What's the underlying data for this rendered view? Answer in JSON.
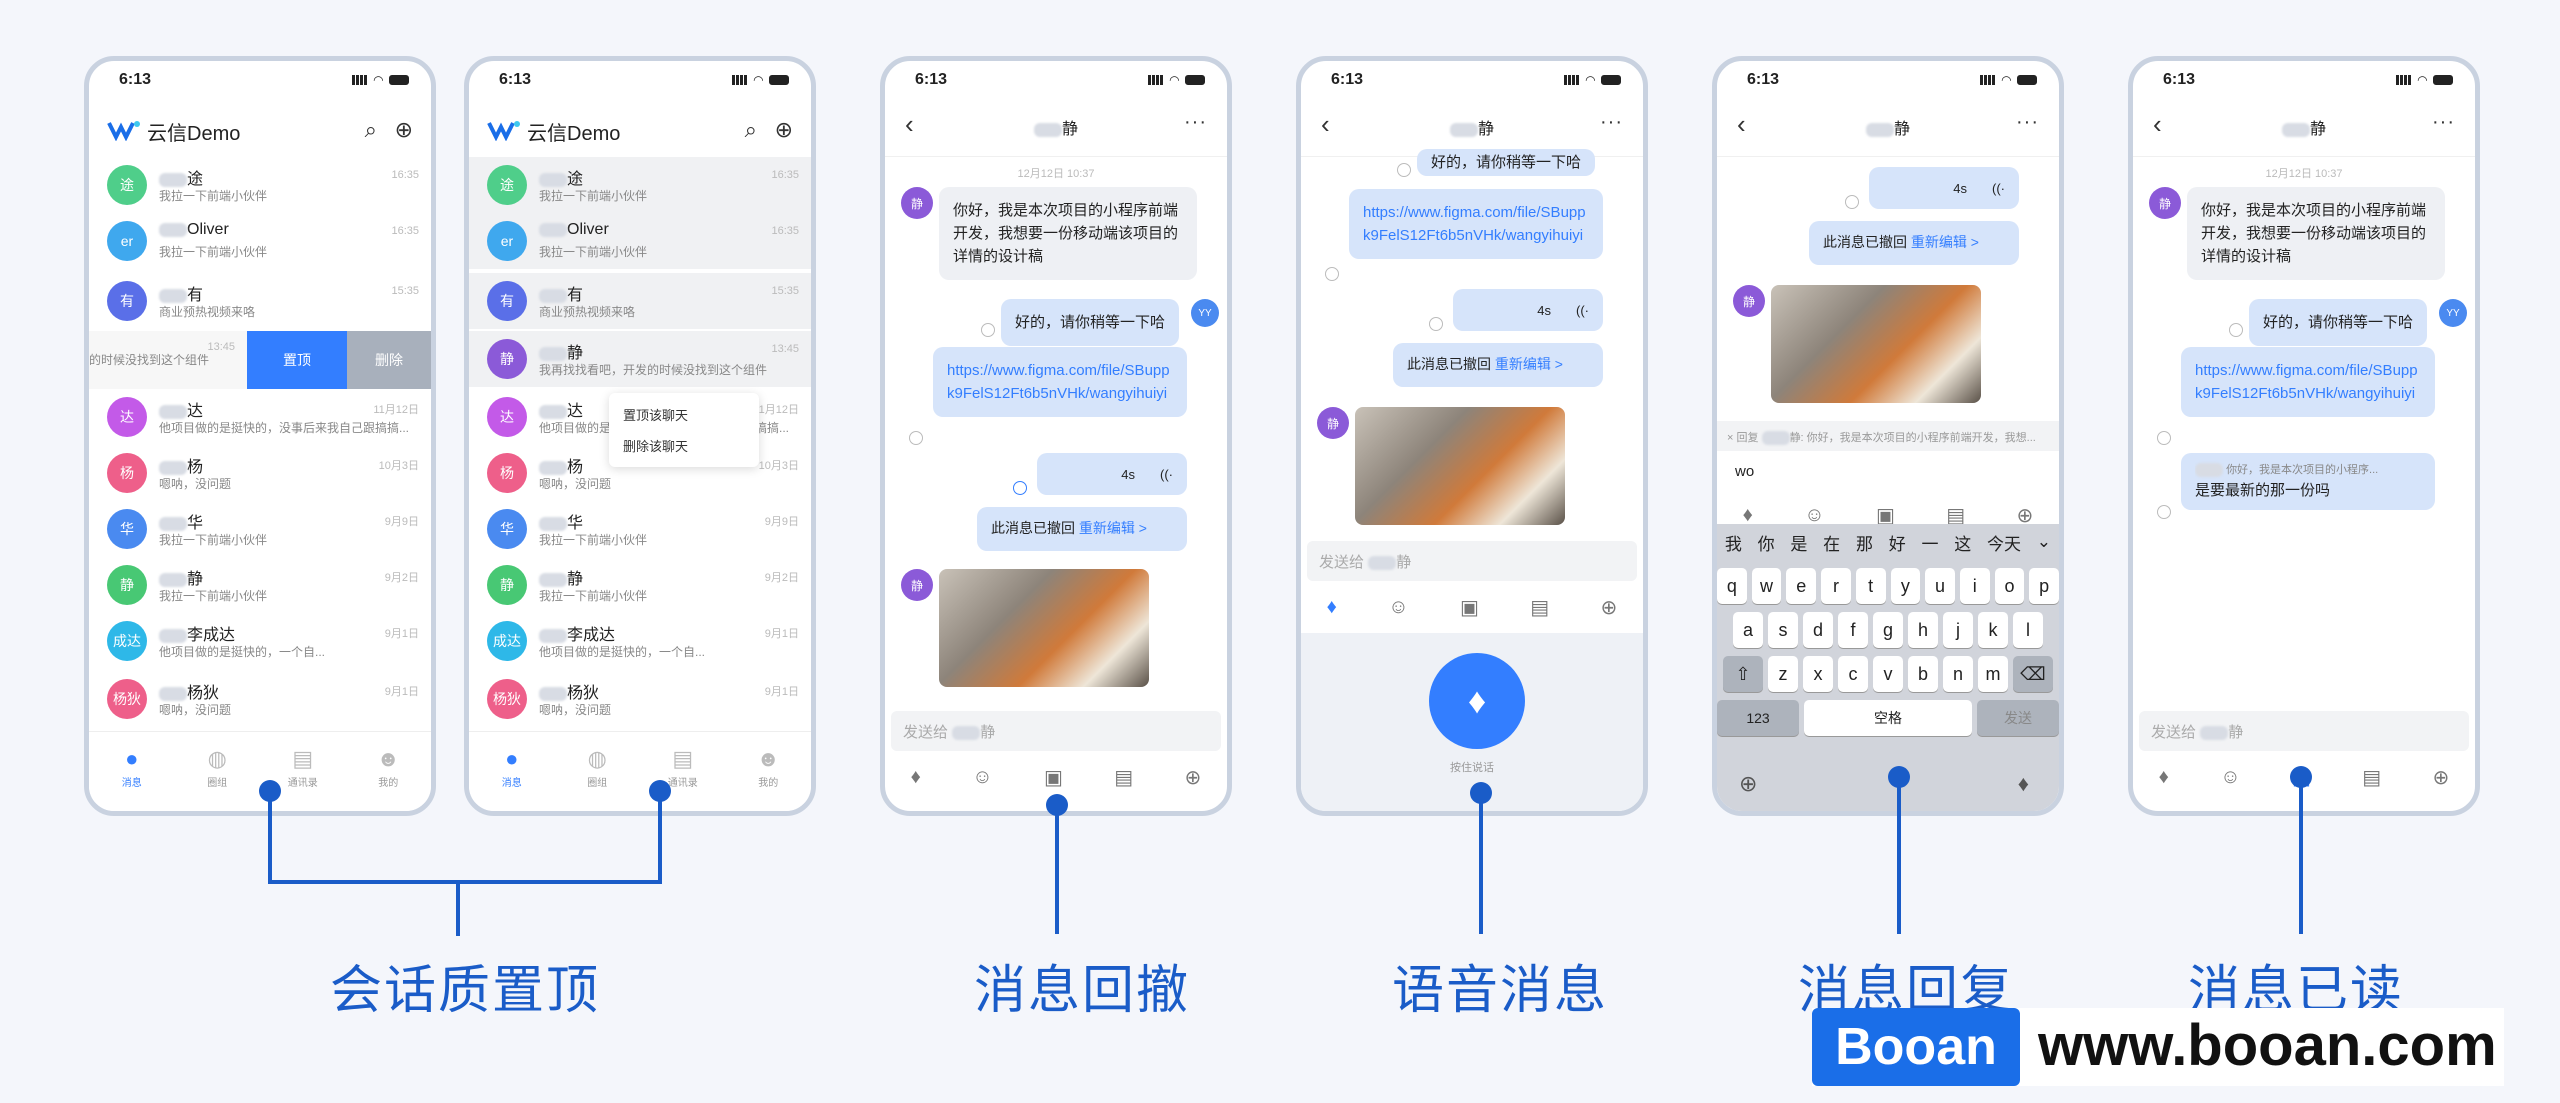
{
  "status": {
    "time": "6:13"
  },
  "app": {
    "title": "云信Demo"
  },
  "conversations": [
    {
      "name": "途",
      "preview": "我拉一下前端小伙伴",
      "time": "16:35",
      "avatar": "途",
      "color": "#4fce8a"
    },
    {
      "name": "Oliver",
      "preview": "我拉一下前端小伙伴",
      "time": "16:35",
      "avatar": "er",
      "color": "#3fa8ee"
    },
    {
      "name": "有",
      "preview": "商业预热视频来咯",
      "time": "15:35",
      "avatar": "有",
      "color": "#5a6fe8"
    },
    {
      "name": "静",
      "preview": "我再找找看吧，开发的时候没找到这个组件",
      "time": "13:45",
      "avatar": "静",
      "color": "#8b5ad8"
    },
    {
      "name": "达",
      "preview": "他项目做的是挺快的，没事后来我自己跟搞搞...",
      "time": "11月12日",
      "avatar": "达",
      "color": "#c35ae8"
    },
    {
      "name": "杨",
      "preview": "嗯呐，没问题",
      "time": "10月3日",
      "avatar": "杨",
      "color": "#ee5f8a"
    },
    {
      "name": "华",
      "preview": "我拉一下前端小伙伴",
      "time": "9月9日",
      "avatar": "华",
      "color": "#4a8af0"
    },
    {
      "name": "静",
      "preview": "我拉一下前端小伙伴",
      "time": "9月2日",
      "avatar": "静",
      "color": "#48c874"
    },
    {
      "name": "李成达",
      "preview": "他项目做的是挺快的，一个自...",
      "time": "9月1日",
      "avatar": "成达",
      "color": "#2eb8e8"
    },
    {
      "name": "杨狄",
      "preview": "嗯呐，没问题",
      "time": "9月1日",
      "avatar": "杨狄",
      "color": "#ee5f8a"
    }
  ],
  "swipe": {
    "preview": "的时候没找到这个组件",
    "time": "13:45",
    "pin_label": "置顶",
    "delete_label": "删除"
  },
  "context_menu": [
    "置顶该聊天",
    "删除该聊天"
  ],
  "tabs": [
    "消息",
    "圈组",
    "通讯录",
    "我的"
  ],
  "chat": {
    "title": "静",
    "date": "12月12日 10:37",
    "msg_intro": "你好，我是本次项目的小程序前端开发，我想要一份移动端该项目的详情的设计稿",
    "msg_wait": "好的，请你稍等一下哈",
    "msg_link": "https://www.figma.com/file/SBuppk9FelS12Ft6b5nVHk/wangyihuiyi",
    "voice_dur": "4s",
    "recall_text": "此消息已撤回",
    "recall_edit": "重新编辑 >",
    "input_placeholder": "发送给",
    "input_placeholder_suffix": "静",
    "my_avatar": "YY",
    "their_avatar": "静",
    "voice_hint": "按住说话",
    "reply_prefix": "回复",
    "reply_quote": "静: 你好，我是本次项目的小程序前端开发，我想...",
    "reply_input": "wo",
    "read_quote": "你好，我是本次项目的小程序...",
    "read_reply": "是要最新的那一份吗"
  },
  "keyboard": {
    "candidates": [
      "我",
      "你",
      "是",
      "在",
      "那",
      "好",
      "一",
      "这",
      "今天"
    ],
    "row1": [
      "q",
      "w",
      "e",
      "r",
      "t",
      "y",
      "u",
      "i",
      "o",
      "p"
    ],
    "row2": [
      "a",
      "s",
      "d",
      "f",
      "g",
      "h",
      "j",
      "k",
      "l"
    ],
    "row3": [
      "z",
      "x",
      "c",
      "v",
      "b",
      "n",
      "m"
    ],
    "num": "123",
    "space": "空格",
    "send": "发送"
  },
  "captions": [
    "会话质置顶",
    "消息回撤",
    "语音消息",
    "消息回复",
    "消息已读"
  ],
  "watermark": {
    "brand": "Booan",
    "url": "www.booan.com"
  },
  "colors": {
    "accent": "#1a5cc8",
    "primary": "#337eff"
  }
}
